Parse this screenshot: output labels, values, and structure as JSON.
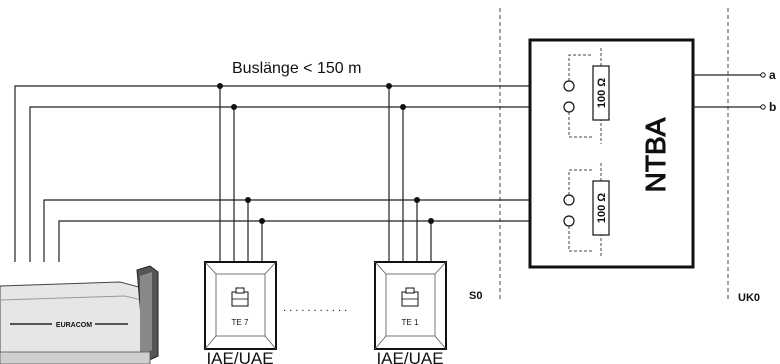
{
  "diagram": {
    "bus_length_label": "Buslänge < 150 m",
    "ntba_label": "NTBA",
    "resistor_top_label": "100 Ω",
    "resistor_bottom_label": "100 Ω",
    "terminal_a": "a",
    "terminal_b": "b",
    "zone_s0": "S0",
    "zone_uk0": "UK0",
    "outlet_left_te": "TE 7",
    "outlet_right_te": "TE 1",
    "outlet_left_caption": "IAE/UAE",
    "outlet_right_caption": "IAE/UAE",
    "device_brand": "EURACOM",
    "dots": ". . . . . . . . . . ."
  }
}
